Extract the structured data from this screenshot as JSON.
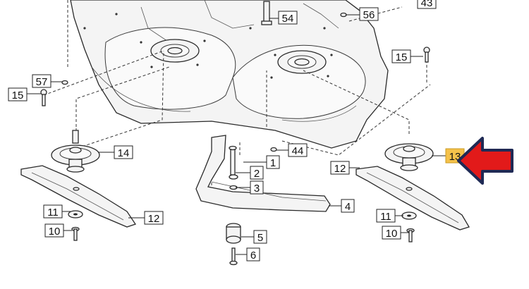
{
  "callouts": {
    "c43": "43",
    "c54": "54",
    "c56": "56",
    "c57": "57",
    "c15a": "15",
    "c15b": "15",
    "c14": "14",
    "c44": "44",
    "c1": "1",
    "c2": "2",
    "c3": "3",
    "c4": "4",
    "c5": "5",
    "c6": "6",
    "c12a": "12",
    "c12b": "12",
    "c11a": "11",
    "c11b": "11",
    "c10a": "10",
    "c10b": "10",
    "c13": "13"
  },
  "colors": {
    "highlight": "#f5c24a",
    "arrow_fill": "#e21a1a",
    "arrow_outline": "#1f2a55"
  }
}
